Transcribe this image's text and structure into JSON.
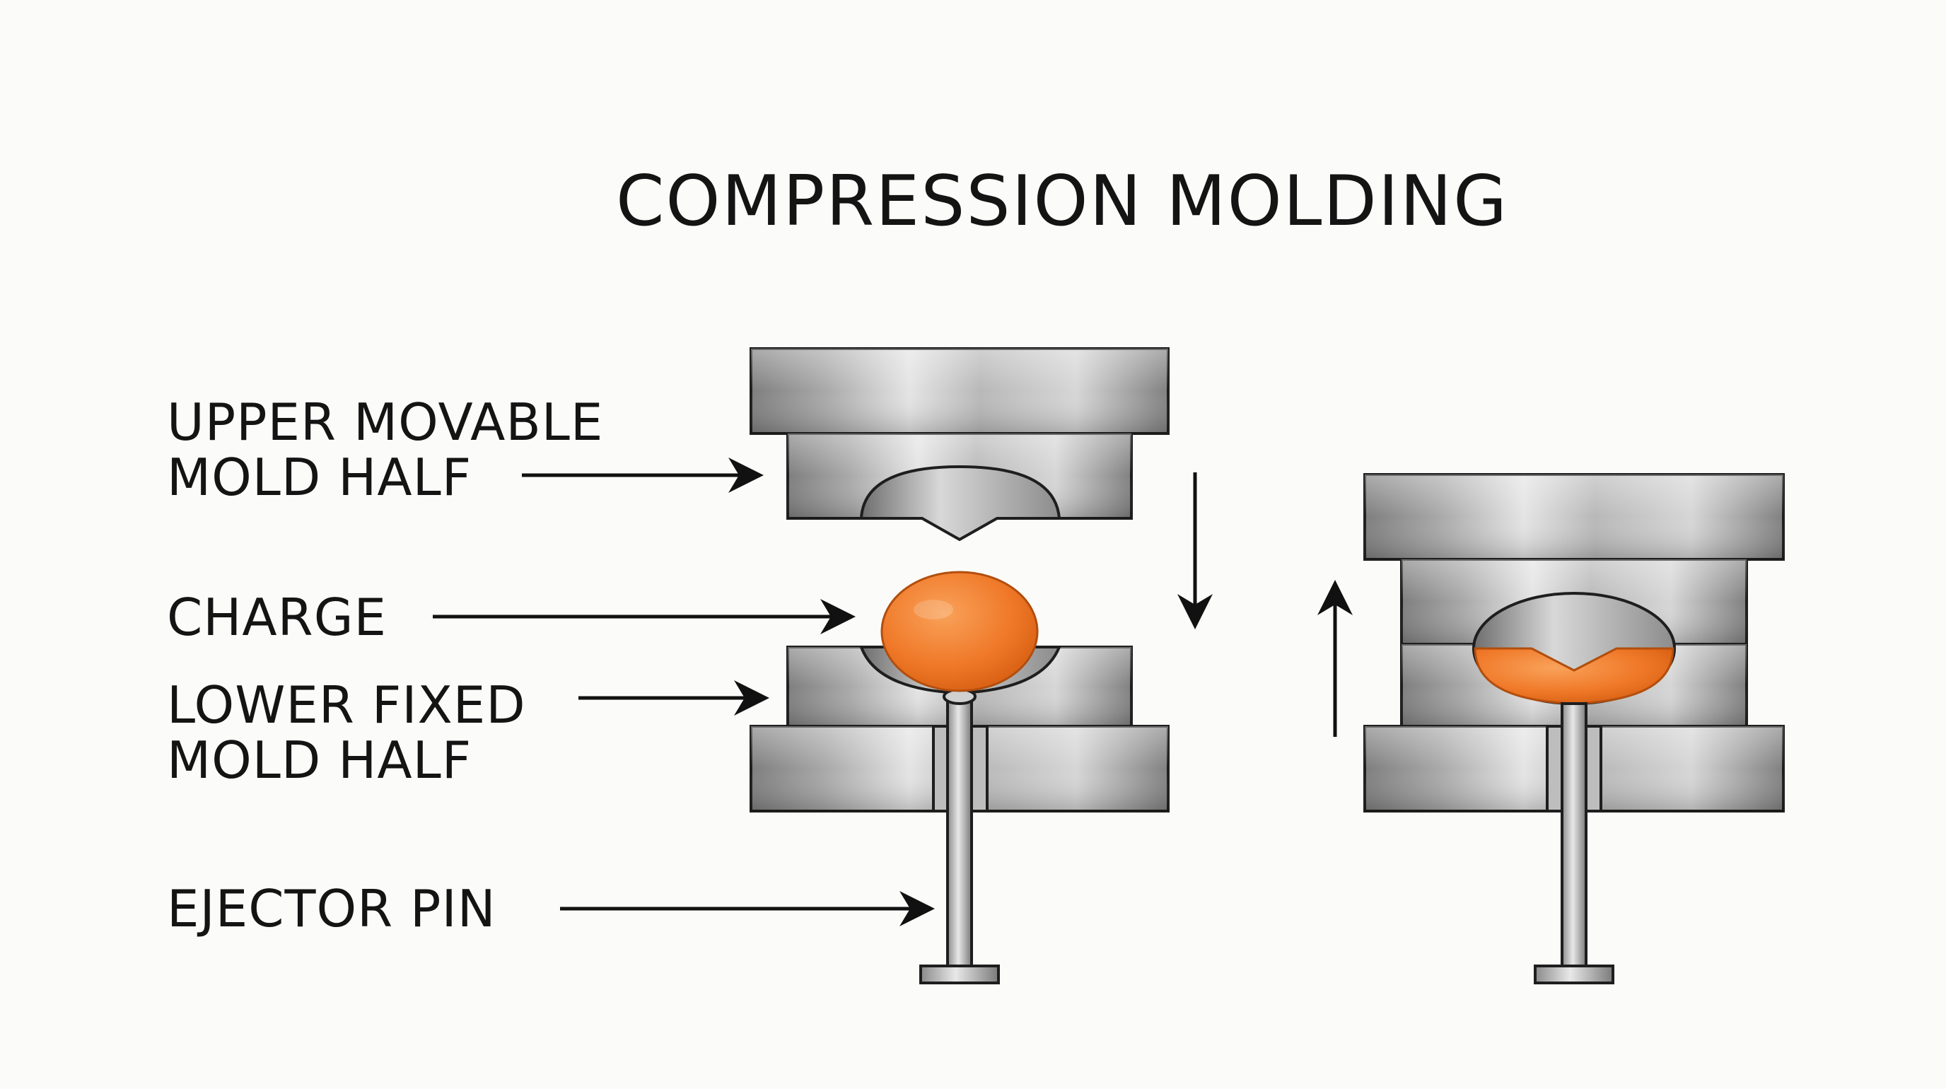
{
  "title": "COMPRESSION MOLDING",
  "labels": {
    "upper_mold_line1": "UPPER MOVABLE",
    "upper_mold_line2": "MOLD HALF",
    "charge": "CHARGE",
    "lower_mold_line1": "LOWER FIXED",
    "lower_mold_line2": "MOLD HALF",
    "ejector_pin": "EJECTOR PIN"
  },
  "stages": [
    {
      "name": "open mold with charge",
      "motion": "down"
    },
    {
      "name": "closed mold with formed part",
      "motion": "up"
    }
  ],
  "colors": {
    "background": "#fbfbf9",
    "steel_light": "#e2e2e2",
    "steel_dark": "#7a7a7a",
    "charge_orange": "#f07a2a",
    "outline": "#1e1e1e"
  }
}
